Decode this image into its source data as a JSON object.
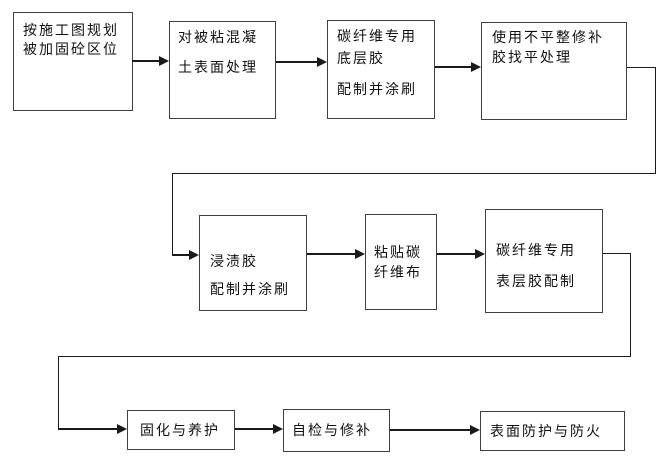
{
  "diagram": {
    "type": "flowchart",
    "background_color": "#ffffff",
    "box_border_color": "#3f3f3f",
    "line_color": "#1a1a1a",
    "text_color": "#111111",
    "steps": [
      {
        "id": "plan",
        "lines": [
          "按施工图规划",
          "被加固砼区位"
        ]
      },
      {
        "id": "surface",
        "lines": [
          "对被粘混凝",
          "土表面处理"
        ]
      },
      {
        "id": "primer",
        "lines": [
          "碳纤维专用",
          "底层胶",
          "配制并涂刷"
        ]
      },
      {
        "id": "leveling",
        "lines": [
          "使用不平整修补",
          "胶找平处理"
        ]
      },
      {
        "id": "saturant",
        "lines": [
          "浸渍胶",
          "配制并涂刷"
        ]
      },
      {
        "id": "paste",
        "lines": [
          "粘贴碳",
          "纤维布"
        ]
      },
      {
        "id": "topcoat",
        "lines": [
          "碳纤维专用",
          "表层胶配制"
        ]
      },
      {
        "id": "curing",
        "lines": [
          "固化与养护"
        ]
      },
      {
        "id": "inspect",
        "lines": [
          "自检与修补"
        ]
      },
      {
        "id": "protect",
        "lines": [
          "表面防护与防火"
        ]
      }
    ],
    "edges": [
      {
        "from": "plan",
        "to": "surface"
      },
      {
        "from": "surface",
        "to": "primer"
      },
      {
        "from": "primer",
        "to": "leveling"
      },
      {
        "from": "leveling",
        "to": "saturant"
      },
      {
        "from": "saturant",
        "to": "paste"
      },
      {
        "from": "paste",
        "to": "topcoat"
      },
      {
        "from": "topcoat",
        "to": "curing"
      },
      {
        "from": "curing",
        "to": "inspect"
      },
      {
        "from": "inspect",
        "to": "protect"
      }
    ]
  }
}
